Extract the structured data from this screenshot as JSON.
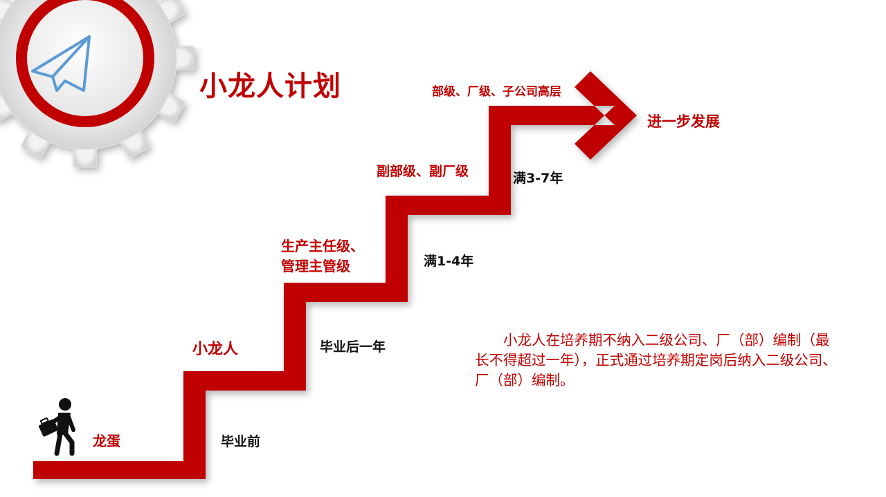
{
  "title": "小龙人计划",
  "colors": {
    "accent": "#c00000",
    "gear": "#dcdcdc",
    "plane": "#5b9bd5"
  },
  "icons": {
    "logo": "paper-plane-icon",
    "person": "walking-person-with-briefcase-icon"
  },
  "stages": [
    {
      "role": "龙蛋",
      "period": "毕业前"
    },
    {
      "role": "小龙人",
      "period": "毕业后一年"
    },
    {
      "role_line1": "生产主任级、",
      "role_line2": "管理主管级",
      "period": "满1-4年"
    },
    {
      "role": "副部级、副厂级",
      "period": "满3-7年"
    },
    {
      "role": "部级、厂级、子公司高层"
    }
  ],
  "arrow_label": "进一步发展",
  "description": "小龙人在培养期不纳入二级公司、厂（部）编制（最长不得超过一年），正式通过培养期定岗后纳入二级公司、厂（部）编制。"
}
